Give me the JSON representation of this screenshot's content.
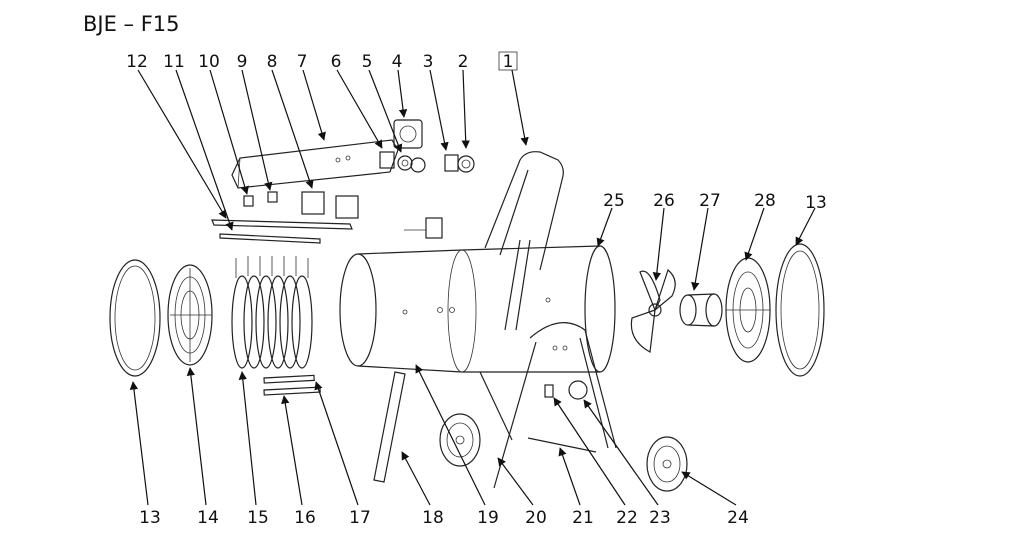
{
  "title": "BJE – F15",
  "callouts": [
    "1",
    "2",
    "3",
    "4",
    "5",
    "6",
    "7",
    "8",
    "9",
    "10",
    "11",
    "12",
    "13",
    "13",
    "14",
    "15",
    "16",
    "17",
    "18",
    "19",
    "20",
    "21",
    "22",
    "23",
    "24",
    "25",
    "26",
    "27",
    "28"
  ]
}
